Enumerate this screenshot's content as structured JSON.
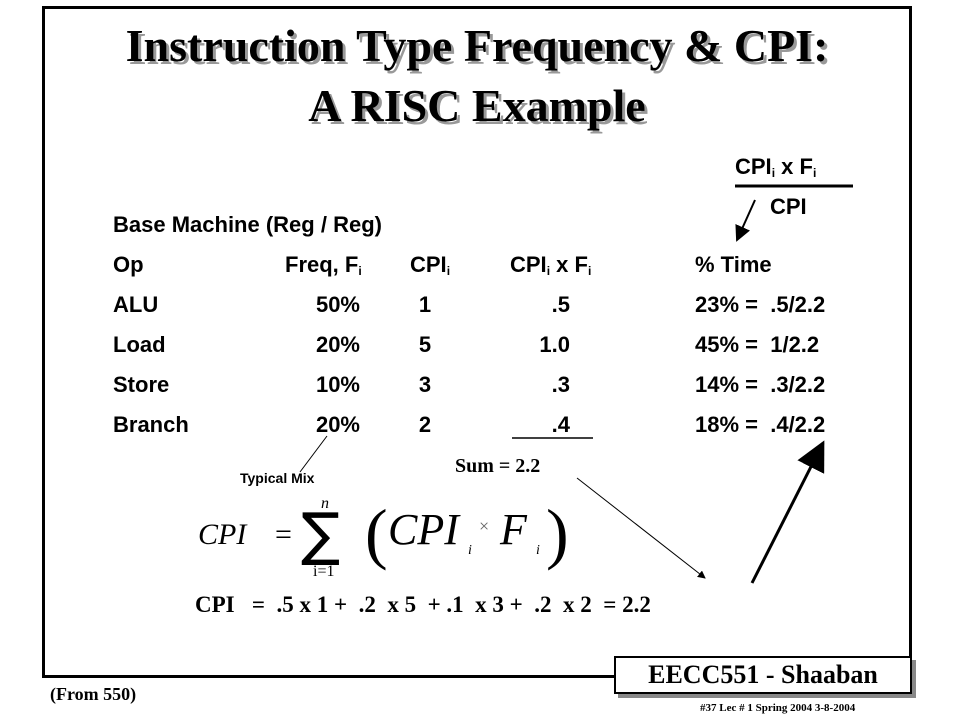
{
  "title": {
    "line1": "Instruction Type Frequency & CPI:",
    "line2": "A RISC Example"
  },
  "ratio": {
    "numerator_main": "CPI",
    "numerator_sub": "i",
    "numerator_mid": " x F",
    "numerator_sub2": "i",
    "denominator": "CPI"
  },
  "machine_label": "Base Machine (Reg / Reg)",
  "table": {
    "headers": {
      "op": "Op",
      "freq": "Freq, F",
      "freq_sub": "i",
      "cpi": "CPI",
      "cpi_sub": "i",
      "cpixf": "CPI",
      "cpixf_sub": "i",
      "cpixf_mid": " x F",
      "cpixf_sub2": "i",
      "time": "% Time"
    },
    "rows": [
      {
        "op": "ALU",
        "freq": "50%",
        "cpi": "1",
        "cpixf": ".5",
        "time": "23% =  .5/2.2"
      },
      {
        "op": "Load",
        "freq": "20%",
        "cpi": "5",
        "cpixf": "1.0",
        "time": "45% =  1/2.2"
      },
      {
        "op": "Store",
        "freq": "10%",
        "cpi": "3",
        "cpixf": ".3",
        "time": "14% =  .3/2.2"
      },
      {
        "op": "Branch",
        "freq": "20%",
        "cpi": "2",
        "cpixf": ".4",
        "time": "18% =  .4/2.2"
      }
    ]
  },
  "sum_label": "Sum = 2.2",
  "typical_mix": "Typical Mix",
  "formula": {
    "lhs": "CPI",
    "eq": "=",
    "upper": "n",
    "lower": "i=1",
    "term1": "CPI",
    "sub1": "i",
    "times": "×",
    "term2": "F",
    "sub2": "i"
  },
  "computation": "CPI   =  .5 x 1 +  .2  x 5  + .1  x 3 +  .2  x 2  = 2.2",
  "footer": {
    "course": "EECC551 - Shaaban",
    "from": "(From 550)",
    "lecture": "#37   Lec # 1 Spring 2004   3-8-2004"
  }
}
